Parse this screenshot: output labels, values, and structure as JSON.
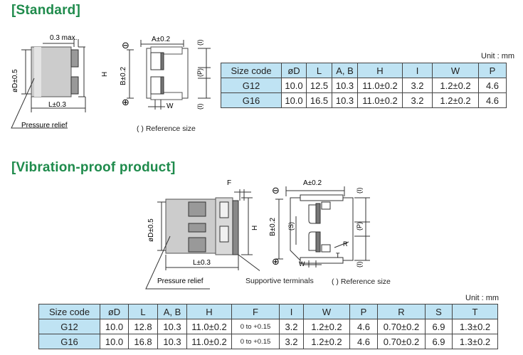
{
  "standard": {
    "heading": "[Standard]",
    "unit": "Unit : mm",
    "labels": {
      "max": "0.3 max.",
      "diameter": "øD±0.5",
      "height": "H",
      "length": "L±0.3",
      "pressure_relief": "Pressure relief",
      "a": "A±0.2",
      "b": "B±0.2",
      "i": "(I)",
      "p": "(P)",
      "w": "W",
      "minus": "⊖",
      "plus": "⊕",
      "ref": "( ) Reference size"
    },
    "table": {
      "headers": [
        "Size code",
        "øD",
        "L",
        "A, B",
        "H",
        "I",
        "W",
        "P"
      ],
      "rows": [
        [
          "G12",
          "10.0",
          "12.5",
          "10.3",
          "11.0±0.2",
          "3.2",
          "1.2±0.2",
          "4.6"
        ],
        [
          "G16",
          "10.0",
          "16.5",
          "10.3",
          "11.0±0.2",
          "3.2",
          "1.2±0.2",
          "4.6"
        ]
      ]
    }
  },
  "vibration": {
    "heading": "[Vibration-proof product]",
    "unit": "Unit : mm",
    "labels": {
      "f": "F",
      "diameter": "øD±0.5",
      "height": "H",
      "length": "L±0.3",
      "pressure_relief": "Pressure relief",
      "supportive": "Supportive terminals",
      "a": "A±0.2",
      "b": "B±0.2",
      "i": "(I)",
      "p": "(P)",
      "s": "(S)",
      "r": "R",
      "t": "T",
      "w": "W",
      "minus": "⊖",
      "plus": "⊕",
      "ref": "( ) Reference size"
    },
    "table": {
      "headers": [
        "Size code",
        "øD",
        "L",
        "A, B",
        "H",
        "F",
        "I",
        "W",
        "P",
        "R",
        "S",
        "T"
      ],
      "rows": [
        [
          "G12",
          "10.0",
          "12.8",
          "10.3",
          "11.0±0.2",
          "0 to +0.15",
          "3.2",
          "1.2±0.2",
          "4.6",
          "0.70±0.2",
          "6.9",
          "1.3±0.2"
        ],
        [
          "G16",
          "10.0",
          "16.8",
          "10.3",
          "11.0±0.2",
          "0 to +0.15",
          "3.2",
          "1.2±0.2",
          "4.6",
          "0.70±0.2",
          "6.9",
          "1.3±0.2"
        ]
      ]
    }
  }
}
